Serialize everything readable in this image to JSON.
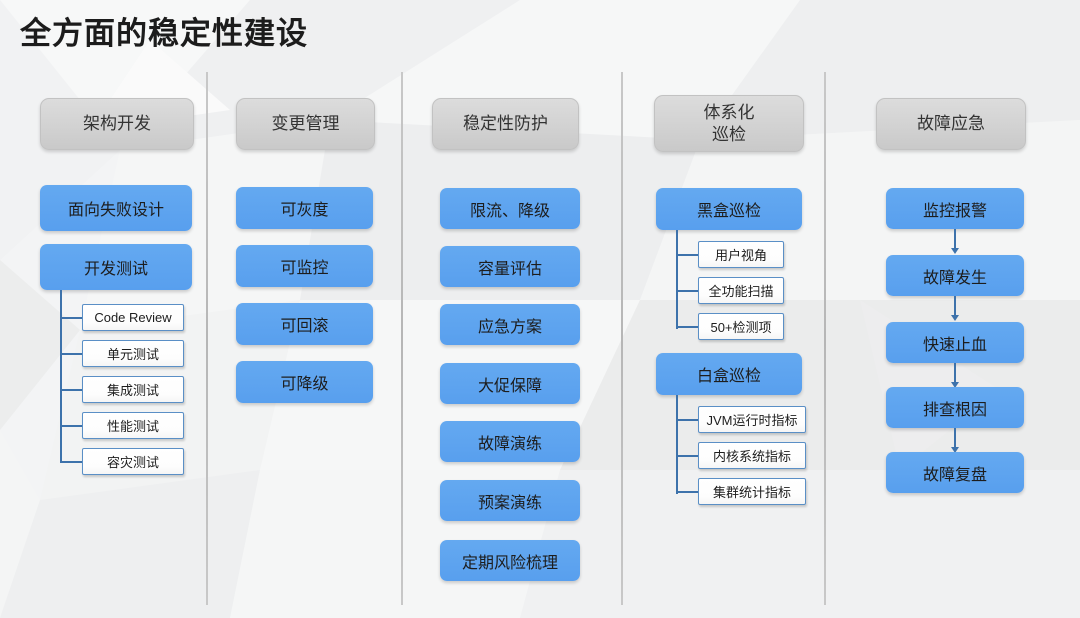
{
  "page": {
    "title": "全方面的稳定性建设",
    "accent_blue": "#5da3ef",
    "header_gray": "#d2d2d2",
    "connector_blue": "#3d72ab",
    "background": "#f2f3f4"
  },
  "columns": [
    {
      "id": "architecture-development",
      "header": "架构开发",
      "nodes": [
        {
          "label": "面向失败设计",
          "children": []
        },
        {
          "label": "开发测试",
          "children": [
            "Code Review",
            "单元测试",
            "集成测试",
            "性能测试",
            "容灾测试"
          ]
        }
      ]
    },
    {
      "id": "change-management",
      "header": "变更管理",
      "nodes": [
        {
          "label": "可灰度",
          "children": []
        },
        {
          "label": "可监控",
          "children": []
        },
        {
          "label": "可回滚",
          "children": []
        },
        {
          "label": "可降级",
          "children": []
        }
      ]
    },
    {
      "id": "stability-protection",
      "header": "稳定性防护",
      "nodes": [
        {
          "label": "限流、降级",
          "children": []
        },
        {
          "label": "容量评估",
          "children": []
        },
        {
          "label": "应急方案",
          "children": []
        },
        {
          "label": "大促保障",
          "children": []
        },
        {
          "label": "故障演练",
          "children": []
        },
        {
          "label": "预案演练",
          "children": []
        },
        {
          "label": "定期风险梳理",
          "children": []
        }
      ]
    },
    {
      "id": "systematic-inspection",
      "header": "体系化\n巡检",
      "header_line1": "体系化",
      "header_line2": "巡检",
      "nodes": [
        {
          "label": "黑盒巡检",
          "children": [
            "用户视角",
            "全功能扫描",
            "50+检测项"
          ]
        },
        {
          "label": "白盒巡检",
          "children": [
            "JVM运行时指标",
            "内核系统指标",
            "集群统计指标"
          ]
        }
      ]
    },
    {
      "id": "fault-emergency",
      "header": "故障应急",
      "flow": true,
      "nodes": [
        {
          "label": "监控报警",
          "children": []
        },
        {
          "label": "故障发生",
          "children": []
        },
        {
          "label": "快速止血",
          "children": []
        },
        {
          "label": "排查根因",
          "children": []
        },
        {
          "label": "故障复盘",
          "children": []
        }
      ]
    }
  ]
}
